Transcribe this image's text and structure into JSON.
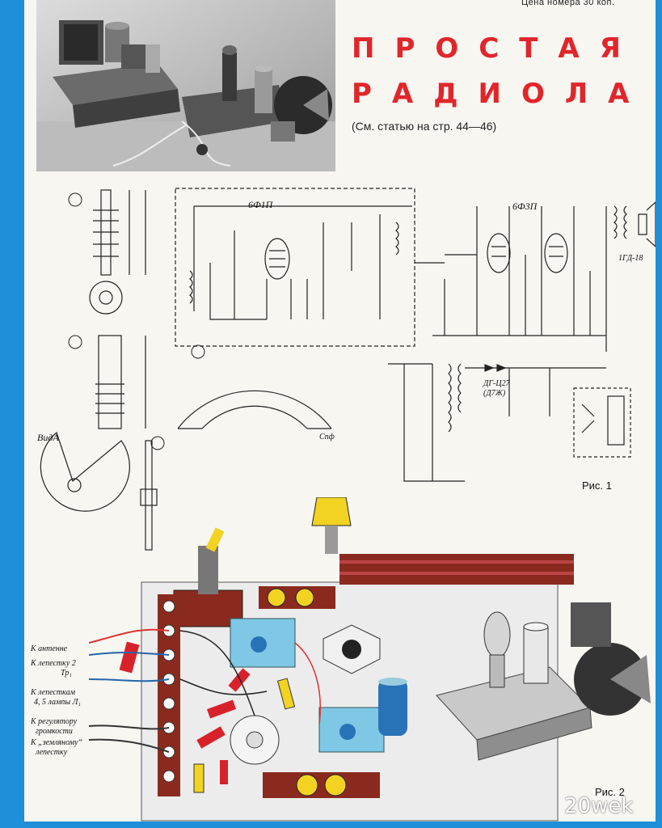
{
  "price": "Цена номера 30 коп.",
  "title_line1": "ПРОСТАЯ",
  "title_line2": "РАДИОЛА",
  "reference": "(См. статью на стр. 44—46)",
  "fig1_caption": "Рис. 1",
  "fig2_caption": "Рис. 2",
  "watermark": "20wek",
  "board_labels": {
    "antenna": "К антенне",
    "petal": "К лепестку 2",
    "petal_tr": "Тр₁",
    "petals": "К лепесткам",
    "petals2": "4, 5 лампы Л₁",
    "volume": "К регулятору",
    "volume2": "громкости",
    "ground": "К „земляному“",
    "ground2": "лепестку"
  },
  "schematic_labels": {
    "tube1": "6Ф1П",
    "tube2": "6Ф3П",
    "speaker": "1ГД-18",
    "view": "ВидА",
    "scale_unit": "Спф",
    "diode": "ДГ-Ц27",
    "diode2": "(Д7Ж)"
  },
  "colors": {
    "border": "#1e8fd8",
    "title": "#e0262b",
    "board": "#ececec",
    "strip": "#8a2a1e",
    "resistor": "#d8222b",
    "capacitor_yellow": "#f3d322",
    "tile_blue": "#7ec8e6",
    "cap_blue": "#2a72b8"
  }
}
